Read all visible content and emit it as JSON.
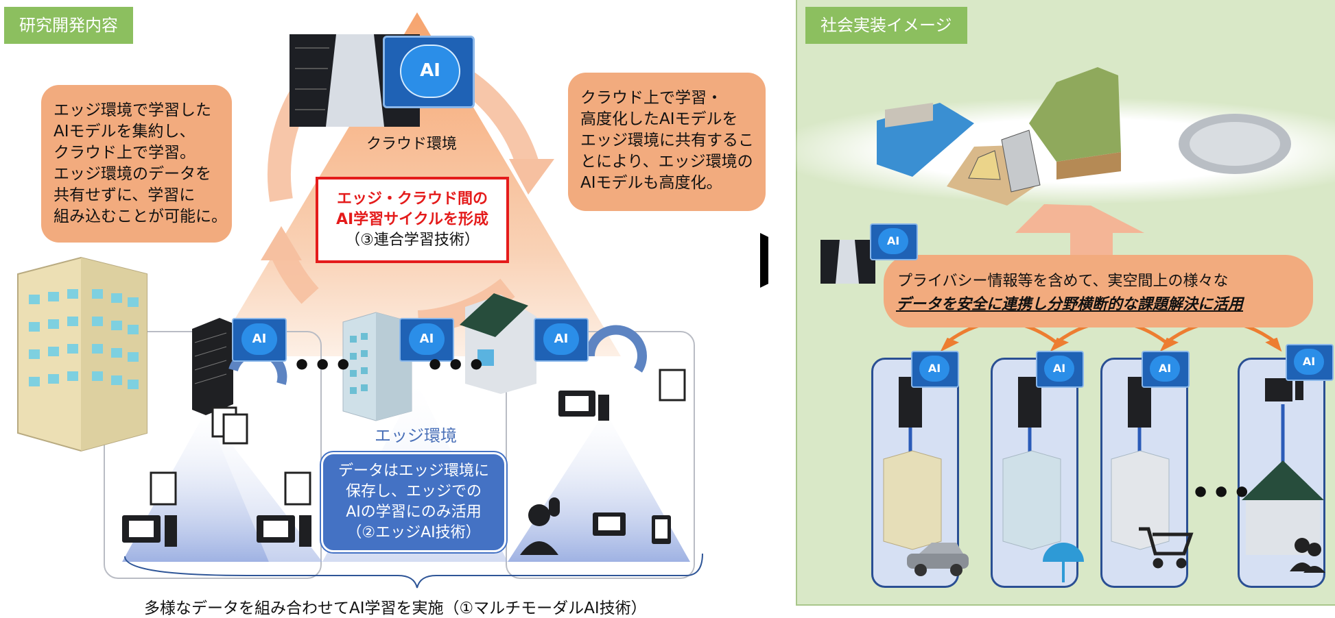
{
  "left_panel": {
    "tag": "研究開発内容",
    "cloud_label": "クラウド環境",
    "bubble_left": [
      "エッジ環境で学習した",
      "AIモデルを集約し、",
      "クラウド上で学習。",
      "エッジ環境のデータを",
      "共有せずに、学習に",
      "組み込むことが可能に。"
    ],
    "bubble_right": [
      "クラウド上で学習・",
      "高度化したAIモデルを",
      "エッジ環境に共有するこ",
      "とにより、エッジ環境の",
      "AIモデルも高度化。"
    ],
    "cycle_box": {
      "line1": "エッジ・クラウド間の",
      "line2": "AI学習サイクルを形成",
      "line3": "（③連合学習技術）"
    },
    "edge_label": "エッジ環境",
    "edge_box": [
      "データはエッジ環境に",
      "保存し、エッジでの",
      "AIの学習にのみ活用",
      "（②エッジAI技術）"
    ],
    "bottom_caption": "多様なデータを組み合わせてAI学習を実施（①マルチモーダルAI技術）",
    "ai_badge": "AI",
    "ellipsis": "•••"
  },
  "right_panel": {
    "tag": "社会実装イメージ",
    "line1": "プライバシー情報等を含めて、実空間上の様々な",
    "line2": "データを安全に連携し分野横断的な課題解決に活用",
    "ai_badge": "AI",
    "ellipsis": "•••"
  },
  "colors": {
    "tag_green": "#8cbf5f",
    "bubble_orange": "#f2ab7e",
    "edge_blue": "#4472c4",
    "cycle_red": "#e41b1b",
    "right_bg": "#d9e8c7"
  }
}
